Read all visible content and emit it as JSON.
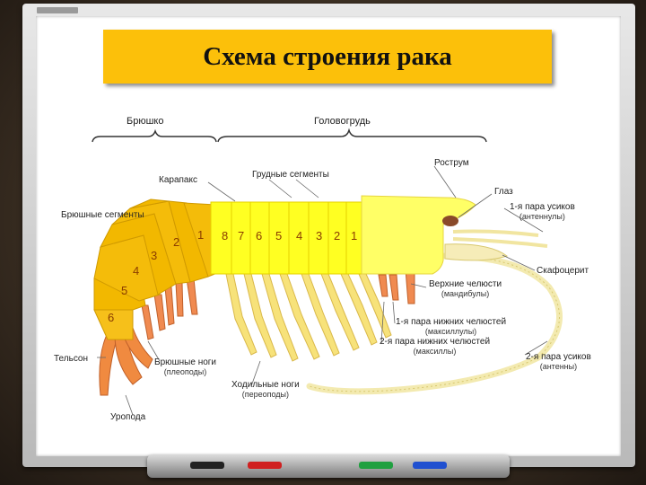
{
  "title": "Схема строения рака",
  "groups": {
    "abdomen": "Брюшко",
    "cephalothorax": "Головогрудь"
  },
  "labels": {
    "carapace": "Карапакс",
    "thoracic_segments": "Грудные сегменты",
    "rostrum": "Рострум",
    "eye": "Глаз",
    "abdominal_segments": "Брюшные сегменты",
    "antennule_1": "1-я пара усиков",
    "antennule_1_sub": "(антеннулы)",
    "scaphocerite": "Скафоцерит",
    "mandibles": "Верхние челюсти",
    "mandibles_sub": "(мандибулы)",
    "maxillules": "1-я пара нижних челюстей",
    "maxillules_sub": "(максиллулы)",
    "maxillae": "2-я пара нижних челюстей",
    "maxillae_sub": "(максиллы)",
    "antenna_2": "2-я пара усиков",
    "antenna_2_sub": "(антенны)",
    "telson": "Тельсон",
    "pleopods": "Брюшные ноги",
    "pleopods_sub": "(плеоподы)",
    "pereopods": "Ходильные ноги",
    "pereopods_sub": "(переоподы)",
    "uropod": "Уропода"
  },
  "abdominal_numbers": [
    "1",
    "2",
    "3",
    "4",
    "5",
    "6"
  ],
  "thoracic_numbers": [
    "8",
    "7",
    "6",
    "5",
    "4",
    "3",
    "2",
    "1"
  ],
  "colors": {
    "banner": "#fcc00a",
    "abdomen_fill": "#f2b800",
    "thorax_fill": "#ffff22",
    "head_fill": "#ffff66",
    "legs_fill": "#f7e27a",
    "appendage_orange": "#f08040",
    "number_text": "#8a3c00"
  },
  "tray_markers": [
    "#222222",
    "#d02020",
    "#20a040",
    "#2050d0"
  ]
}
